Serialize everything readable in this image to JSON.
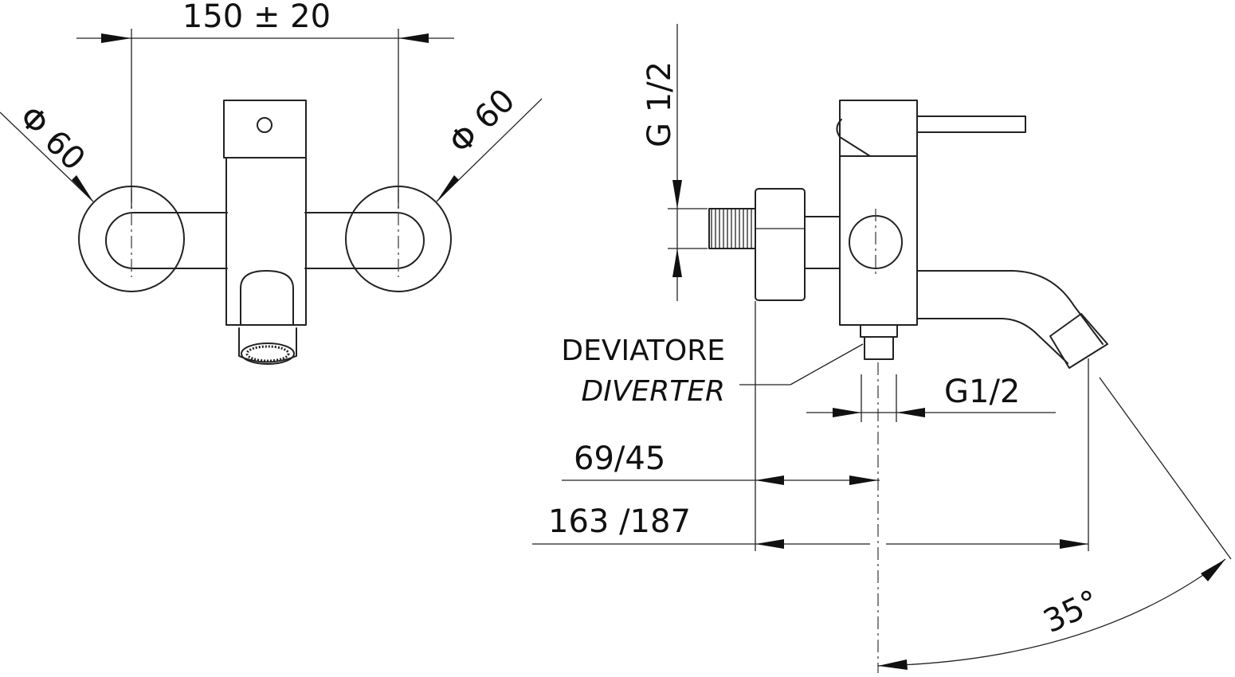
{
  "front_view": {
    "width_dimension": "150 ± 20",
    "left_diameter": "Φ 60",
    "right_diameter": "Φ 60"
  },
  "side_view": {
    "inlet_thread": "G 1/2",
    "diverter_label_it": "DEVIATORE",
    "diverter_label_en": "DIVERTER",
    "diverter_thread": "G1/2",
    "depth_to_diverter": "69/45",
    "depth_to_spout": "163 /187",
    "spout_angle": "35°"
  }
}
